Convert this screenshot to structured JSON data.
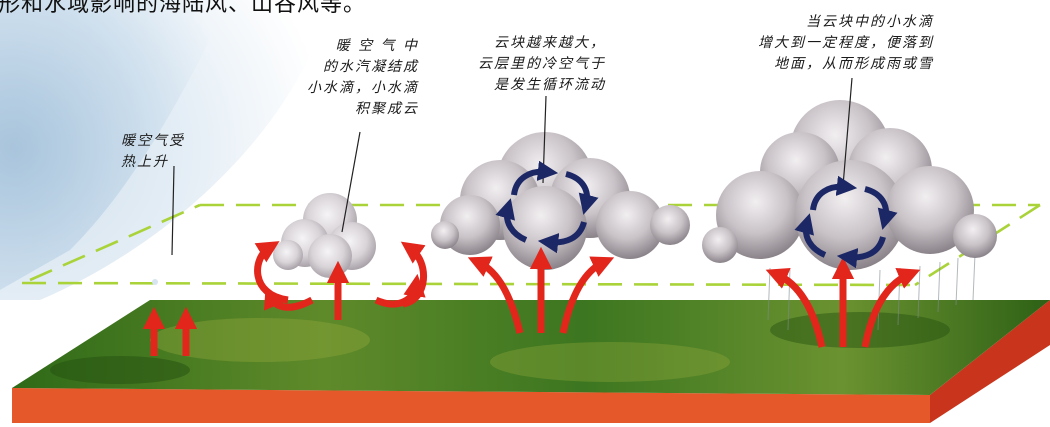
{
  "header": {
    "text": "形和水域影响的海陆风、山谷风等。"
  },
  "labels": {
    "stage1": "暖空气受\n热上升",
    "stage2": "暖 空 气 中\n的水汽凝结成\n小水滴，小水滴\n积聚成云",
    "stage3": "云块越来越大，\n云层里的冷空气于\n是发生循环流动",
    "stage4": "当云块中的小水滴\n增大到一定程度，便落到\n地面，从而形成雨或雪"
  },
  "colors": {
    "ground_green": "#3f7a1f",
    "ground_dark": "#2d5a14",
    "soil_orange": "#e4582a",
    "soil_side": "#c8351c",
    "warm_arrow": "#e3261c",
    "cold_arrow": "#1c2766",
    "plane_dash": "#a9d338",
    "sky_blue": "#bcd3e6",
    "cloud": "#d9d5d8"
  }
}
